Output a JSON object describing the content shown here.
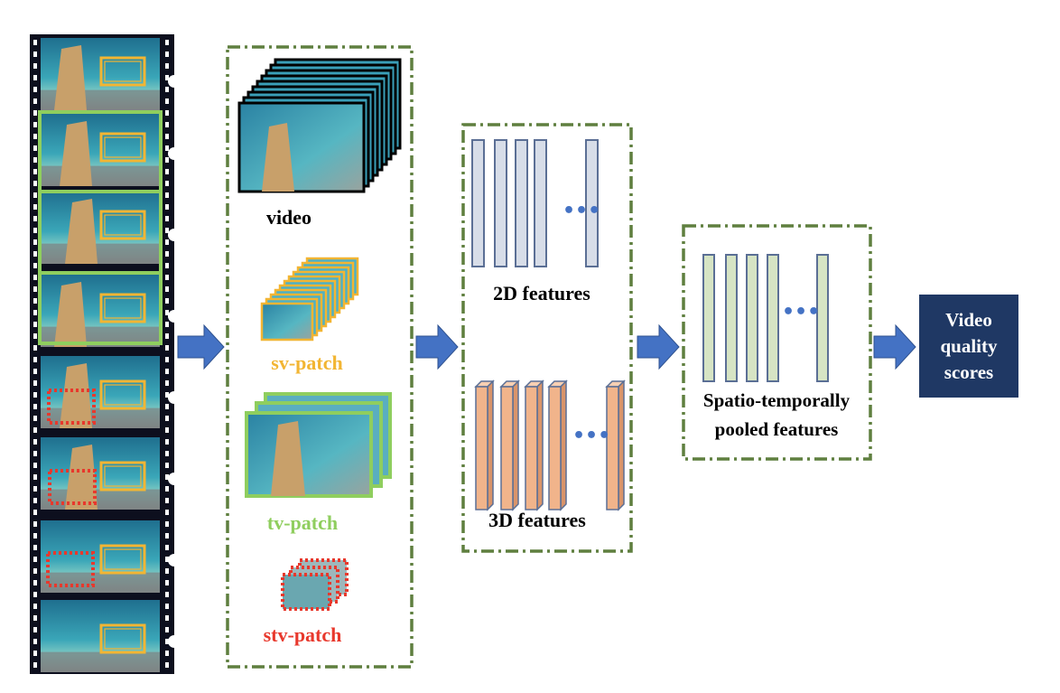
{
  "colors": {
    "dashed_border": "#5f7f3f",
    "arrow": "#4472c4",
    "sv_patch": "#f2b533",
    "tv_patch": "#8fce5e",
    "stv_patch": "#e8382c",
    "feat_2d_fill": "#d7dde8",
    "feat_2d_stroke": "#5b6f95",
    "feat_3d_fill": "#f1b48b",
    "feat_3d_stroke": "#5b6f95",
    "pooled_fill": "#d6e4c4",
    "pooled_stroke": "#5b6f95",
    "output_fill": "#1f3864",
    "film_strip": "#0d0f1e",
    "water": "#2f8fa8"
  },
  "labels": {
    "video": "video",
    "sv_patch": "sv-patch",
    "tv_patch": "tv-patch",
    "stv_patch": "stv-patch",
    "features_2d": "2D features",
    "features_3d": "3D features",
    "pooled_line1": "Spatio-temporally",
    "pooled_line2": "pooled features",
    "output_line1": "Video",
    "output_line2": "quality",
    "output_line3": "scores",
    "ellipsis": "•••"
  }
}
